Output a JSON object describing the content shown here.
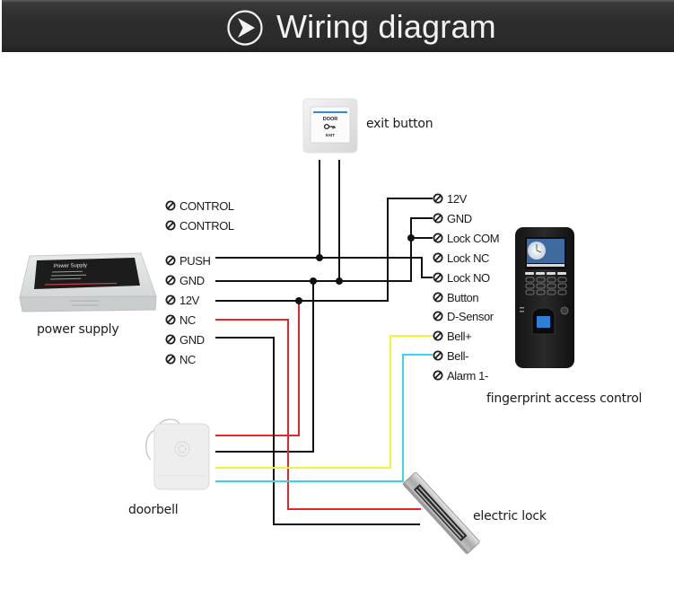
{
  "header": {
    "title": "Wiring diagram",
    "icon": "chevron-right-circle-icon"
  },
  "terminal_icon": "screw-terminal-icon",
  "devices": {
    "exit_button": {
      "label": "exit button",
      "face_top": "DOOR",
      "face_bottom": "EXIT",
      "face_icon": "key-icon"
    },
    "power_supply": {
      "label": "power supply",
      "plate_title": "Power Supply",
      "terminals": [
        "CONTROL",
        "CONTROL",
        "PUSH",
        "GND",
        "12V",
        "NC",
        "GND",
        "NC"
      ]
    },
    "fingerprint": {
      "label": "fingerprint access control",
      "terminals": [
        "12V",
        "GND",
        "Lock COM",
        "Lock NC",
        "Lock NO",
        "Button",
        "D-Sensor",
        "Bell+",
        "Bell-",
        "Alarm 1-"
      ]
    },
    "doorbell": {
      "label": "doorbell"
    },
    "electric_lock": {
      "label": "electric lock"
    }
  },
  "colors": {
    "header_bg": "#2b2b2b",
    "header_text": "#f2f2f2",
    "black": "#111111",
    "red": "#e3262a",
    "yellow": "#f3f33c",
    "cyan": "#3cd6ea"
  },
  "wires": [
    {
      "id": "exit-push",
      "from": "exit button",
      "to": "power supply PUSH",
      "color": "black"
    },
    {
      "id": "exit-gnd",
      "from": "exit button",
      "to": "power supply GND",
      "color": "black"
    },
    {
      "id": "push-lockno",
      "from": "power supply PUSH",
      "to": "fingerprint Lock NO",
      "color": "black"
    },
    {
      "id": "gnd-gnd",
      "from": "power supply GND",
      "to": "fingerprint GND",
      "color": "black"
    },
    {
      "id": "gnd-lockcom",
      "from": "power supply GND",
      "to": "fingerprint Lock COM",
      "color": "black"
    },
    {
      "id": "12v-12v",
      "from": "power supply 12V",
      "to": "fingerprint 12V",
      "color": "black"
    },
    {
      "id": "12v-doorbell",
      "from": "power supply 12V",
      "to": "doorbell",
      "color": "red"
    },
    {
      "id": "gnd-doorbell",
      "from": "power supply GND",
      "to": "doorbell",
      "color": "black"
    },
    {
      "id": "nc-lock",
      "from": "power supply NC",
      "to": "electric lock",
      "color": "red"
    },
    {
      "id": "gnd-lock",
      "from": "power supply GND",
      "to": "electric lock",
      "color": "black"
    },
    {
      "id": "bellp-doorbell",
      "from": "fingerprint Bell+",
      "to": "doorbell",
      "color": "yellow"
    },
    {
      "id": "bellm-doorbell",
      "from": "fingerprint Bell-",
      "to": "doorbell",
      "color": "cyan"
    }
  ]
}
